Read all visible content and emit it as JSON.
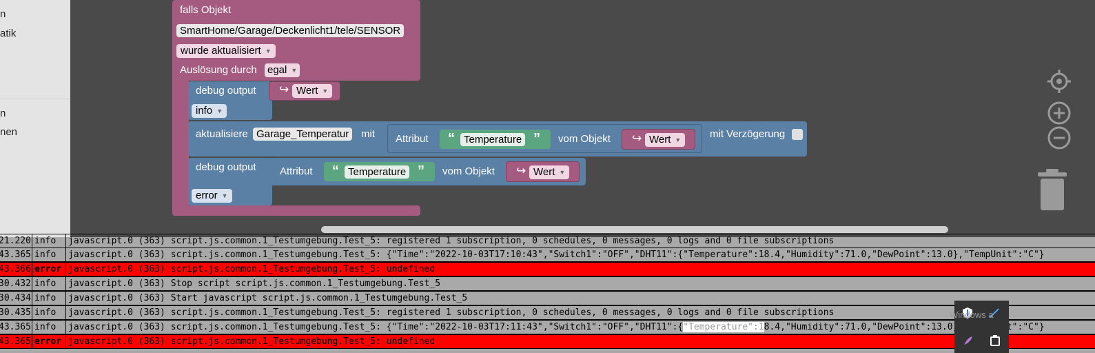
{
  "sidebar": {
    "items": [
      "n",
      "atik",
      "n",
      "nen"
    ]
  },
  "blocks": {
    "trigger": {
      "title": "falls Objekt",
      "object_id": "SmartHome/Garage/Deckenlicht1/tele/SENSOR",
      "condition": "wurde aktualisiert",
      "ack_label": "Auslösung durch",
      "ack_value": "egal"
    },
    "debug1": {
      "label": "debug output",
      "value_var": "Wert",
      "level": "info"
    },
    "update": {
      "label": "aktualisiere",
      "target": "Garage_Temperatur",
      "with": "mit",
      "attribute_label": "Attribut",
      "attribute_name": "Temperature",
      "from_object": "vom Objekt",
      "object_var": "Wert",
      "delay_label": "mit Verzögerung"
    },
    "debug2": {
      "label": "debug output",
      "attribute_label": "Attribut",
      "attribute_name": "Temperature",
      "from_object": "vom Objekt",
      "object_var": "Wert",
      "level": "error"
    }
  },
  "log": {
    "rows": [
      {
        "time": "21.220",
        "level": "info",
        "message": "javascript.0 (363) script.js.common.1_Testumgebung.Test_5: registered 1 subscription, 0 schedules, 0 messages, 0 logs and 0 file subscriptions"
      },
      {
        "time": "43.365",
        "level": "info",
        "message": "javascript.0 (363) script.js.common.1_Testumgebung.Test_5: {\"Time\":\"2022-10-03T17:10:43\",\"Switch1\":\"OFF\",\"DHT11\":{\"Temperature\":18.4,\"Humidity\":71.0,\"DewPoint\":13.0},\"TempUnit\":\"C\"}"
      },
      {
        "time": "43.366",
        "level": "error",
        "message": "javascript.0 (363) script.js.common.1_Testumgebung.Test_5: undefined"
      },
      {
        "time": "30.432",
        "level": "info",
        "message": "javascript.0 (363) Stop script script.js.common.1_Testumgebung.Test_5"
      },
      {
        "time": "30.434",
        "level": "info",
        "message": "javascript.0 (363) Start javascript script.js.common.1_Testumgebung.Test_5"
      },
      {
        "time": "30.435",
        "level": "info",
        "message": "javascript.0 (363) script.js.common.1_Testumgebung.Test_5: registered 1 subscription, 0 schedules, 0 messages, 0 logs and 0 file subscriptions"
      },
      {
        "time": "43.365",
        "level": "info",
        "message_pre": "javascript.0 (363) script.js.common.1_Testumgebung.Test_5: {\"Time\":\"2022-10-03T17:11:43\",\"Switch1\":\"OFF\",\"DHT11\":{",
        "message_hl": "\"Temperature\":1",
        "message_post": "8.4,\"Humidity\":71.0,\"DewPoint\":13.0},\"TempUnit\":\"C\"}"
      },
      {
        "time": "43.365",
        "level": "error",
        "message": "javascript.0 (363) script.js.common.1_Testumgebung.Test_5: undefined"
      }
    ]
  },
  "overlay": {
    "text": "Windows a"
  },
  "colors": {
    "event_block": "#a55b80",
    "action_block": "#5b80a5",
    "text_block": "#5ba580",
    "error_row": "#ff0000",
    "workspace": "#4a4a4a"
  },
  "icons": [
    "variable-arrow-icon",
    "target-icon",
    "zoom-in-icon",
    "zoom-out-icon",
    "trash-icon",
    "shield-icon",
    "feather-icon",
    "clipboard-icon"
  ]
}
